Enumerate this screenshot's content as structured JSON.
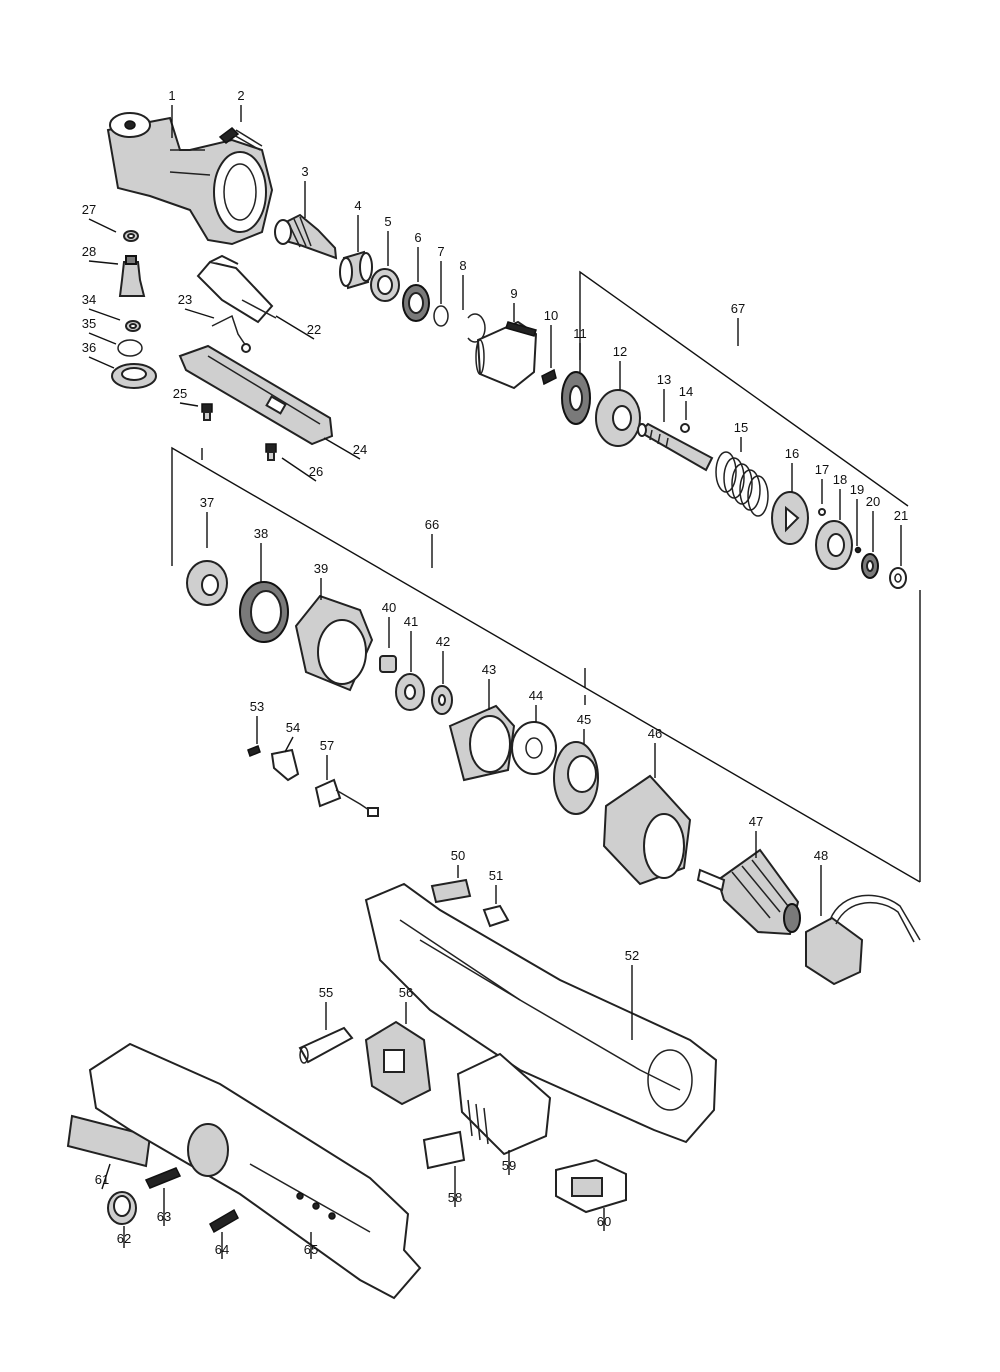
{
  "diagram": {
    "part_numbers": [
      "1",
      "2",
      "3",
      "4",
      "5",
      "6",
      "7",
      "8",
      "9",
      "10",
      "11",
      "12",
      "13",
      "14",
      "15",
      "16",
      "17",
      "18",
      "19",
      "20",
      "21",
      "22",
      "23",
      "24",
      "25",
      "26",
      "27",
      "28",
      "34",
      "35",
      "36",
      "37",
      "38",
      "39",
      "40",
      "41",
      "42",
      "43",
      "44",
      "45",
      "46",
      "47",
      "48",
      "50",
      "51",
      "52",
      "53",
      "54",
      "55",
      "56",
      "57",
      "58",
      "59",
      "60",
      "61",
      "62",
      "63",
      "64",
      "65"
    ],
    "assembly_numbers": [
      "67",
      "66"
    ]
  }
}
